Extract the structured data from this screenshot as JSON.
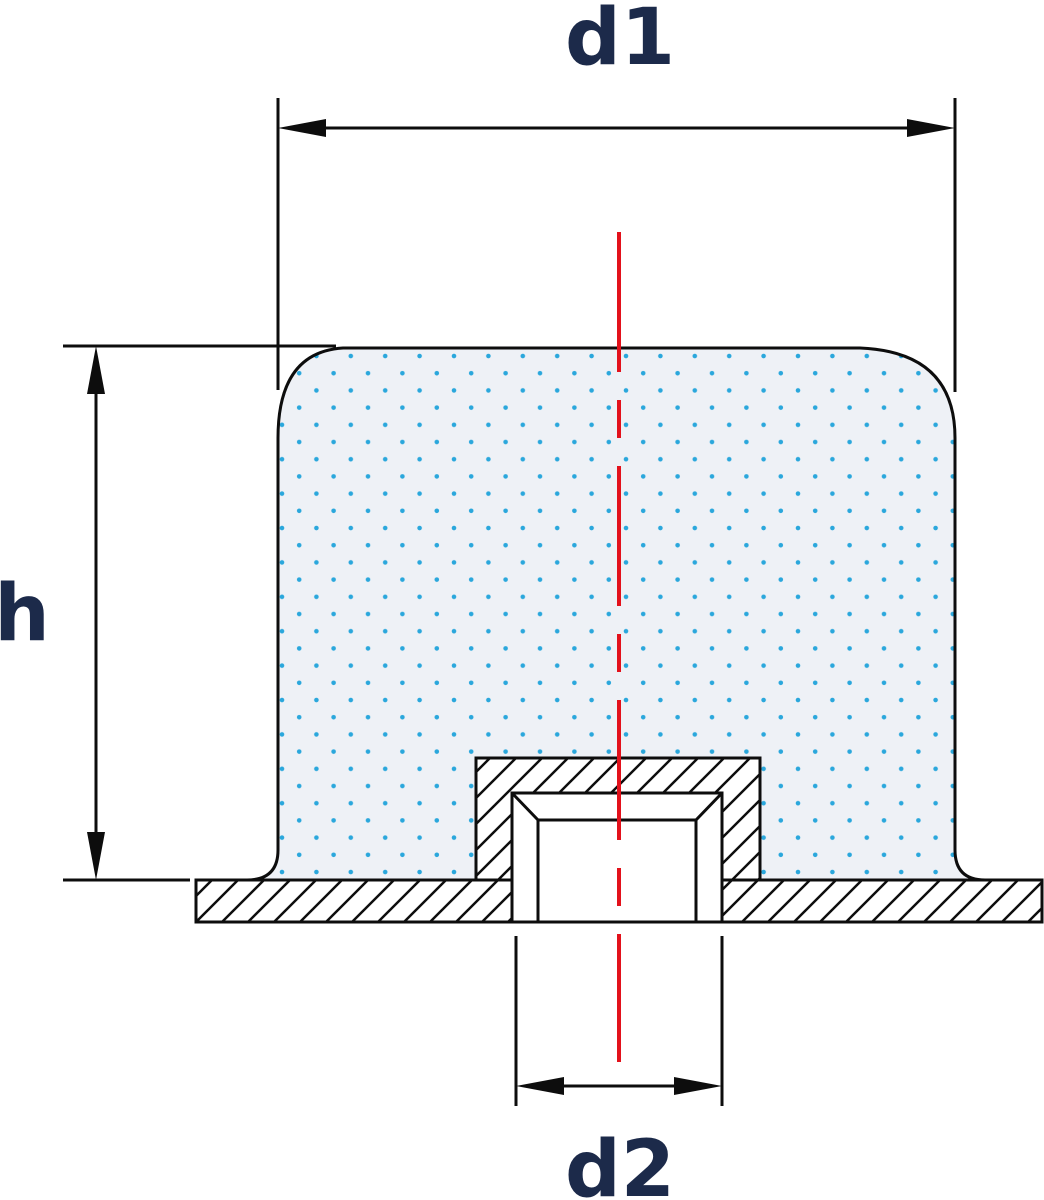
{
  "labels": {
    "d1": "d1",
    "h": "h",
    "d2": "d2"
  },
  "colors": {
    "outline": "#0d0d0d",
    "label": "#1c2a4a",
    "center_line": "#e3111b",
    "fill": "#eef1f6",
    "dots": "#2aa7dc"
  }
}
